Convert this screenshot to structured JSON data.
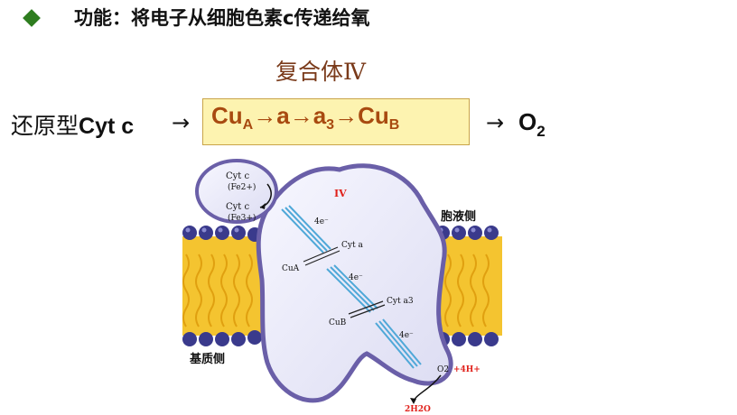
{
  "header": {
    "function_text": "功能：将电子从细胞色素c传递给氧"
  },
  "complex_title": "复合体Ⅳ",
  "pathway": {
    "donor_cn": "还原型",
    "donor_en": "Cyt c",
    "arrow": "→",
    "chain": [
      {
        "base": "Cu",
        "sub": "A"
      },
      {
        "base": "a",
        "sub": ""
      },
      {
        "base": "a",
        "sub": "3"
      },
      {
        "base": "Cu",
        "sub": "B"
      }
    ],
    "acceptor_base": "O",
    "acceptor_sub": "2"
  },
  "diagram": {
    "complex_label": "IV",
    "cytosol_side": "胞液侧",
    "matrix_side": "基质侧",
    "cytc_red": "Cyt c",
    "cytc_red_state": "(Fe2+)",
    "cytc_ox": "Cyt c",
    "cytc_ox_state": "(Fe3+)",
    "electrons_1": "4e⁻",
    "electrons_2": "4e⁻",
    "electrons_3": "4e⁻",
    "cyt_a": "Cyt a",
    "cua": "CuA",
    "cyt_a3": "Cyt a3",
    "cub": "CuB",
    "oxygen": "O2",
    "protons": "+4H+",
    "water": "2H2O"
  },
  "colors": {
    "accent_green": "#2e7d1f",
    "chain_text": "#a84a10",
    "chain_box": "#fdf3b0",
    "title_brown": "#7a3a1a",
    "membrane_yellow": "#f4c430",
    "head_blue": "#3a3a8c",
    "protein_purple": "#6a5fa8",
    "proton_red": "#e0201a"
  }
}
